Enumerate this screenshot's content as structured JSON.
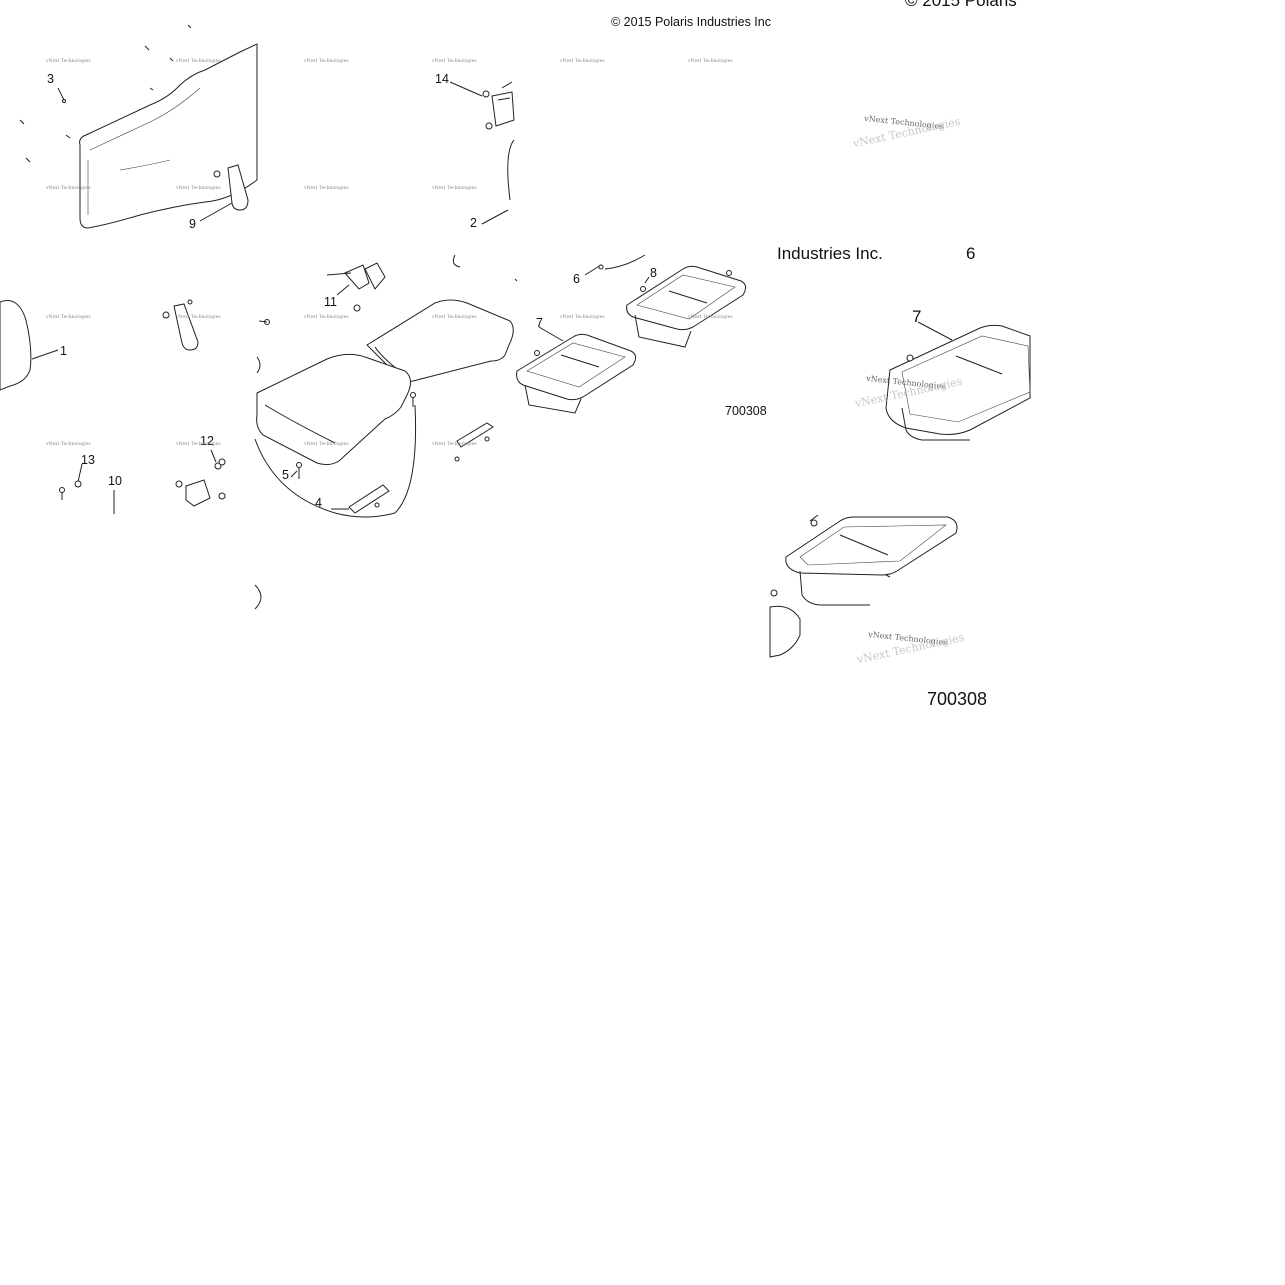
{
  "copyright": "© 2015 Polaris Industries Inc",
  "copyright_partial": "© 2015 Polaris",
  "industries_partial": "Industries Inc.",
  "six_partial": "6",
  "diagram_code_small": "700308",
  "diagram_code_large": "700308",
  "watermark_small": "vNext Technologies",
  "watermark_large": "vNext Technologies",
  "callouts": {
    "c1": "1",
    "c2": "2",
    "c3": "3",
    "c4": "4",
    "c5": "5",
    "c6": "6",
    "c7": "7",
    "c8": "8",
    "c9": "9",
    "c10": "10",
    "c11": "11",
    "c12": "12",
    "c13": "13",
    "c14": "14",
    "c7_large": "7"
  }
}
